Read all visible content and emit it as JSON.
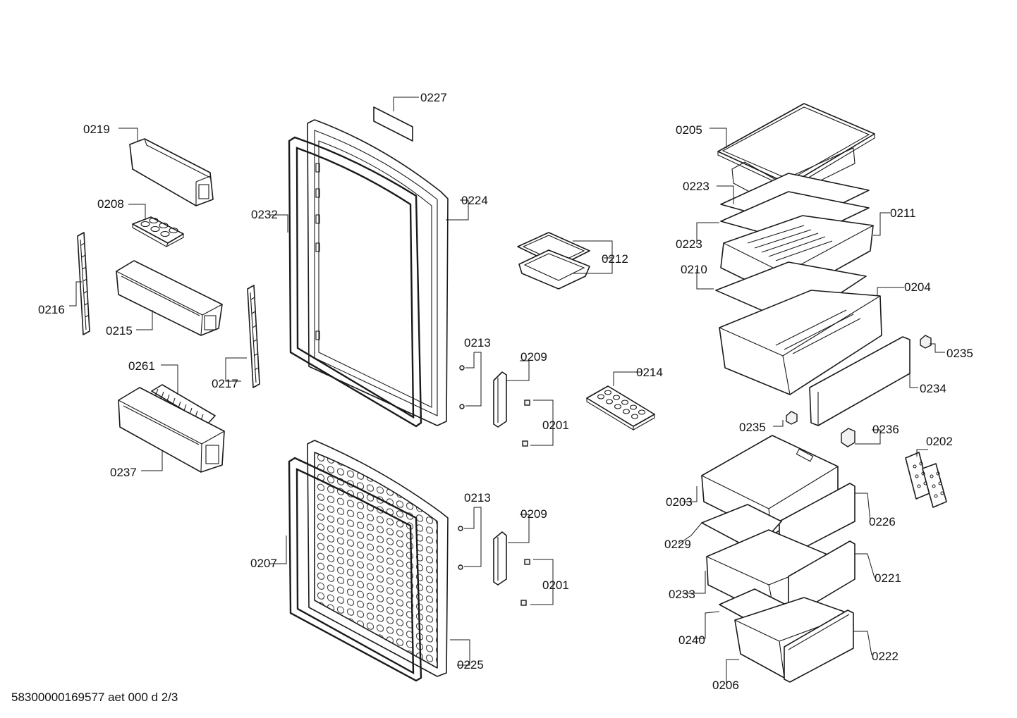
{
  "document_id": "58300000169577 aet 000 d 2/3",
  "part_labels": {
    "p0227": "0227",
    "p0219": "0219",
    "p0232": "0232",
    "p0224": "0224",
    "p0208": "0208",
    "p0216": "0216",
    "p0215": "0215",
    "p0261": "0261",
    "p0217": "0217",
    "p0237": "0237",
    "p0212": "0212",
    "p0213a": "0213",
    "p0209a": "0209",
    "p0201a": "0201",
    "p0214": "0214",
    "p0213b": "0213",
    "p0209b": "0209",
    "p0201b": "0201",
    "p0207": "0207",
    "p0225": "0225",
    "p0205": "0205",
    "p0223a": "0223",
    "p0223b": "0223",
    "p0211": "0211",
    "p0210": "0210",
    "p0204": "0204",
    "p0235a": "0235",
    "p0234": "0234",
    "p0235b": "0235",
    "p0236": "0236",
    "p0202": "0202",
    "p0203": "0203",
    "p0226": "0226",
    "p0229": "0229",
    "p0221": "0221",
    "p0233": "0233",
    "p0240": "0240",
    "p0222": "0222",
    "p0206": "0206"
  }
}
